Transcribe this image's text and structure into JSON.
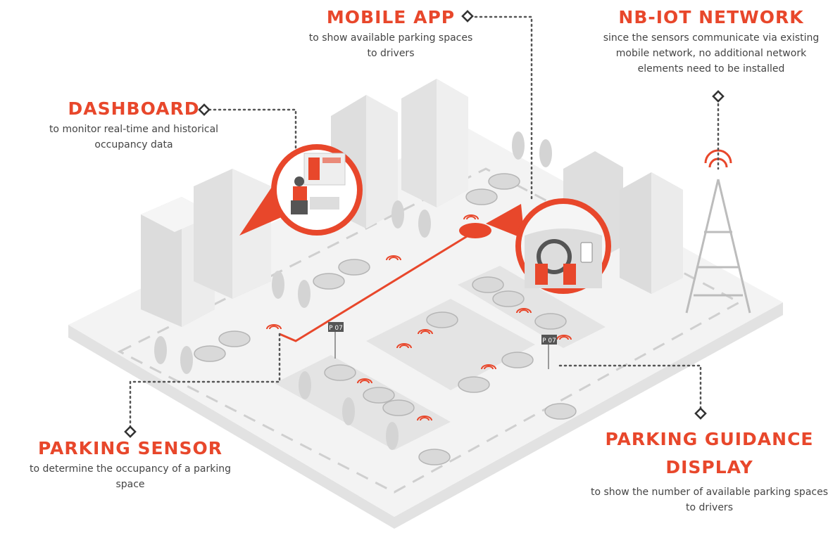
{
  "colors": {
    "accent": "#e8472b",
    "text": "#444444",
    "building": "#e6e6e6",
    "ground": "#efefef"
  },
  "labels": {
    "mobile_app": {
      "title": "MOBILE APP",
      "desc": "to show available parking spaces to drivers"
    },
    "nb_iot": {
      "title": "NB-IOT NETWORK",
      "desc": "since the sensors communicate via existing mobile network, no additional network elements  need to be installed"
    },
    "dashboard": {
      "title": "DASHBOARD",
      "desc": "to monitor real-time and historical occupancy data"
    },
    "parking_sensor": {
      "title": "PARKING SENSOR",
      "desc": "to determine the occupancy of a parking space"
    },
    "guidance_display": {
      "title": "PARKING GUIDANCE DISPLAY",
      "desc": "to show the number of available parking spaces to drivers"
    }
  },
  "signs": {
    "sign_1": "P 07",
    "sign_2": "P 07"
  },
  "icons": [
    "dashboard-illustration",
    "car-interior-illustration",
    "cell-tower-icon",
    "sensor-signal-icon",
    "parking-sign-icon"
  ]
}
